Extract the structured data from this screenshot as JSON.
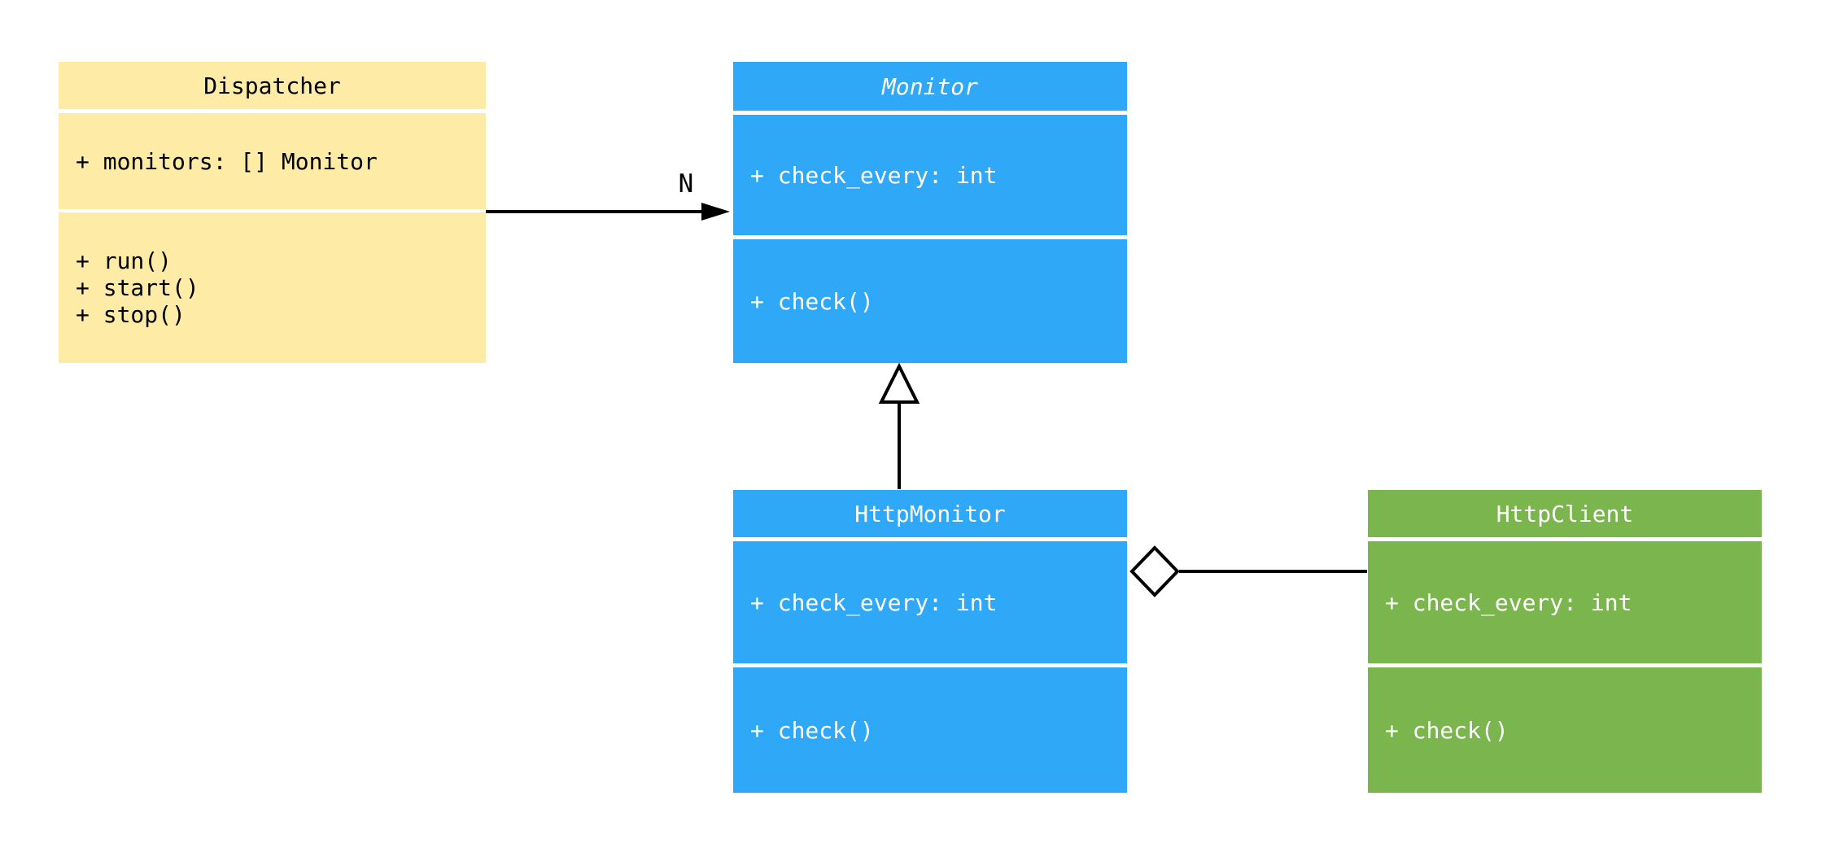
{
  "diagram_type": "uml-class-diagram",
  "colors": {
    "class_blue": "#2FA8F7",
    "class_green": "#7BB54D",
    "class_yellow": "#FDEBA6",
    "connector": "#000000",
    "background": "#FFFFFF",
    "text_on_blue": "#FFFFFF",
    "text_on_green": "#FFFFFF",
    "text_on_yellow": "#000000"
  },
  "classes": {
    "dispatcher": {
      "title": "Dispatcher",
      "attributes": [
        "+ monitors: [] Monitor"
      ],
      "methods": [
        "+ run()",
        "+ start()",
        "+ stop()"
      ]
    },
    "monitor": {
      "title": "Monitor",
      "abstract": true,
      "attributes": [
        "+ check_every: int"
      ],
      "methods": [
        "+ check()"
      ]
    },
    "http_monitor": {
      "title": "HttpMonitor",
      "attributes": [
        "+ check_every: int"
      ],
      "methods": [
        "+ check()"
      ]
    },
    "http_client": {
      "title": "HttpClient",
      "attributes": [
        "+ check_every: int"
      ],
      "methods": [
        "+ check()"
      ]
    }
  },
  "relationships": [
    {
      "type": "directed-association",
      "from": "Dispatcher",
      "to": "Monitor",
      "label": "N"
    },
    {
      "type": "generalization",
      "from": "HttpMonitor",
      "to": "Monitor",
      "label": ""
    },
    {
      "type": "aggregation",
      "whole": "HttpMonitor",
      "part": "HttpClient",
      "label": ""
    }
  ]
}
